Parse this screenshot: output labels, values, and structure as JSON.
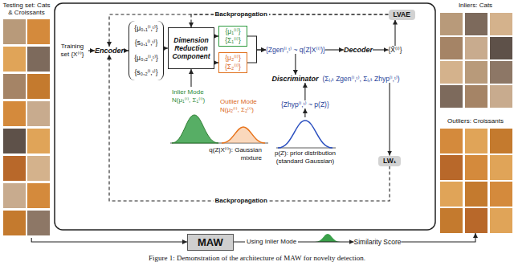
{
  "diagram": {
    "caption": "Figure 1: Demonstration of the architecture of MAW for novelty detection.",
    "nodes": [
      {
        "text": [
          "Testing set: Cats & Croissants"
        ]
      },
      {
        "text": [
          "Training set {X⁽ⁱ⁾}"
        ]
      },
      {
        "text": [
          "Encoder"
        ]
      },
      {
        "text": [
          "{μ₀,₁⁽ⁱ,ᵗ⁾}",
          "{s₀,₁⁽ⁱ,ᵗ⁾}",
          "{μ₀,₂⁽ⁱ,ᵗ⁾}",
          "{s₀,₂⁽ⁱ,ᵗ⁾}"
        ]
      },
      {
        "text": [
          "Dimension Reduction Component"
        ]
      },
      {
        "text": [
          "{μ₁⁽ⁱ⁾}",
          "{Σ₁⁽ⁱ⁾}"
        ]
      },
      {
        "text": [
          "{μ₂⁽ⁱ⁾}",
          "{Σ₂⁽ⁱ⁾}"
        ]
      },
      {
        "text": [
          "Inlier Mode N(μ₁⁽ⁱ⁾, Σ₁⁽ⁱ⁾)",
          "Outlier Mode N(μ₂⁽ⁱ⁾, Σ₂⁽ⁱ⁾)",
          "q(Z|X⁽ⁱ⁾): Gaussian mixture"
        ]
      },
      {
        "text": [
          "{Zgen⁽ⁱ,ᵗ⁾ ~ q(Z|X⁽ⁱ⁾)}"
        ]
      },
      {
        "text": [
          "Decoder"
        ]
      },
      {
        "text": [
          "{X̃⁽ⁱ⁾}"
        ]
      },
      {
        "text": [
          "LVAE"
        ]
      },
      {
        "text": [
          "Discriminator",
          "(Σᵢ,ₜ Zgen⁽ⁱ,ᵗ⁾, Σᵢ,ₜ Zhyp⁽ⁱ,ᵗ⁾)"
        ]
      },
      {
        "text": [
          "{Zhyp⁽ⁱ,ᵗ⁾ ~ p(Z)}"
        ]
      },
      {
        "text": [
          "p(Z): prior distribution (standard Gaussian)"
        ]
      },
      {
        "text": [
          "LW₁"
        ]
      },
      {
        "text": [
          "Inliers: Cats"
        ]
      },
      {
        "text": [
          "Outliers: Croissants"
        ]
      },
      {
        "text": [
          "MAW"
        ]
      },
      {
        "text": [
          "Similarity Score"
        ]
      }
    ],
    "edges": [
      {
        "from": 1,
        "to": 2,
        "arrow": "to"
      },
      {
        "from": 2,
        "to": 3,
        "arrow": "to"
      },
      {
        "from": 3,
        "to": 4,
        "arrow": "to"
      },
      {
        "from": 4,
        "to": 5,
        "arrow": "to"
      },
      {
        "from": 4,
        "to": 6,
        "arrow": "to"
      },
      {
        "from": 7,
        "to": 4,
        "arrow": "to"
      },
      {
        "from": 5,
        "to": 8,
        "arrow": "to"
      },
      {
        "from": 6,
        "to": 8,
        "arrow": "to"
      },
      {
        "from": 8,
        "to": 9,
        "arrow": "to"
      },
      {
        "from": 9,
        "to": 10,
        "arrow": "to"
      },
      {
        "from": 10,
        "to": 11,
        "arrow": "to"
      },
      {
        "from": 11,
        "to": 2,
        "label": "Backpropagation",
        "arrow": "to"
      },
      {
        "from": 11,
        "to": 4,
        "arrow": "to"
      },
      {
        "from": 8,
        "to": 12,
        "arrow": "to"
      },
      {
        "from": 14,
        "to": 13,
        "arrow": "to"
      },
      {
        "from": 13,
        "to": 12,
        "arrow": "to"
      },
      {
        "from": 12,
        "to": 15,
        "arrow": "to"
      },
      {
        "from": 15,
        "to": 2,
        "label": "Backpropagation",
        "arrow": "to"
      },
      {
        "from": 0,
        "to": 18,
        "arrow": "to"
      },
      {
        "from": 18,
        "to": 19,
        "label": "Using Inlier Mode",
        "arrow": "to"
      },
      {
        "from": 19,
        "to": 17,
        "arrow": "to"
      }
    ]
  }
}
